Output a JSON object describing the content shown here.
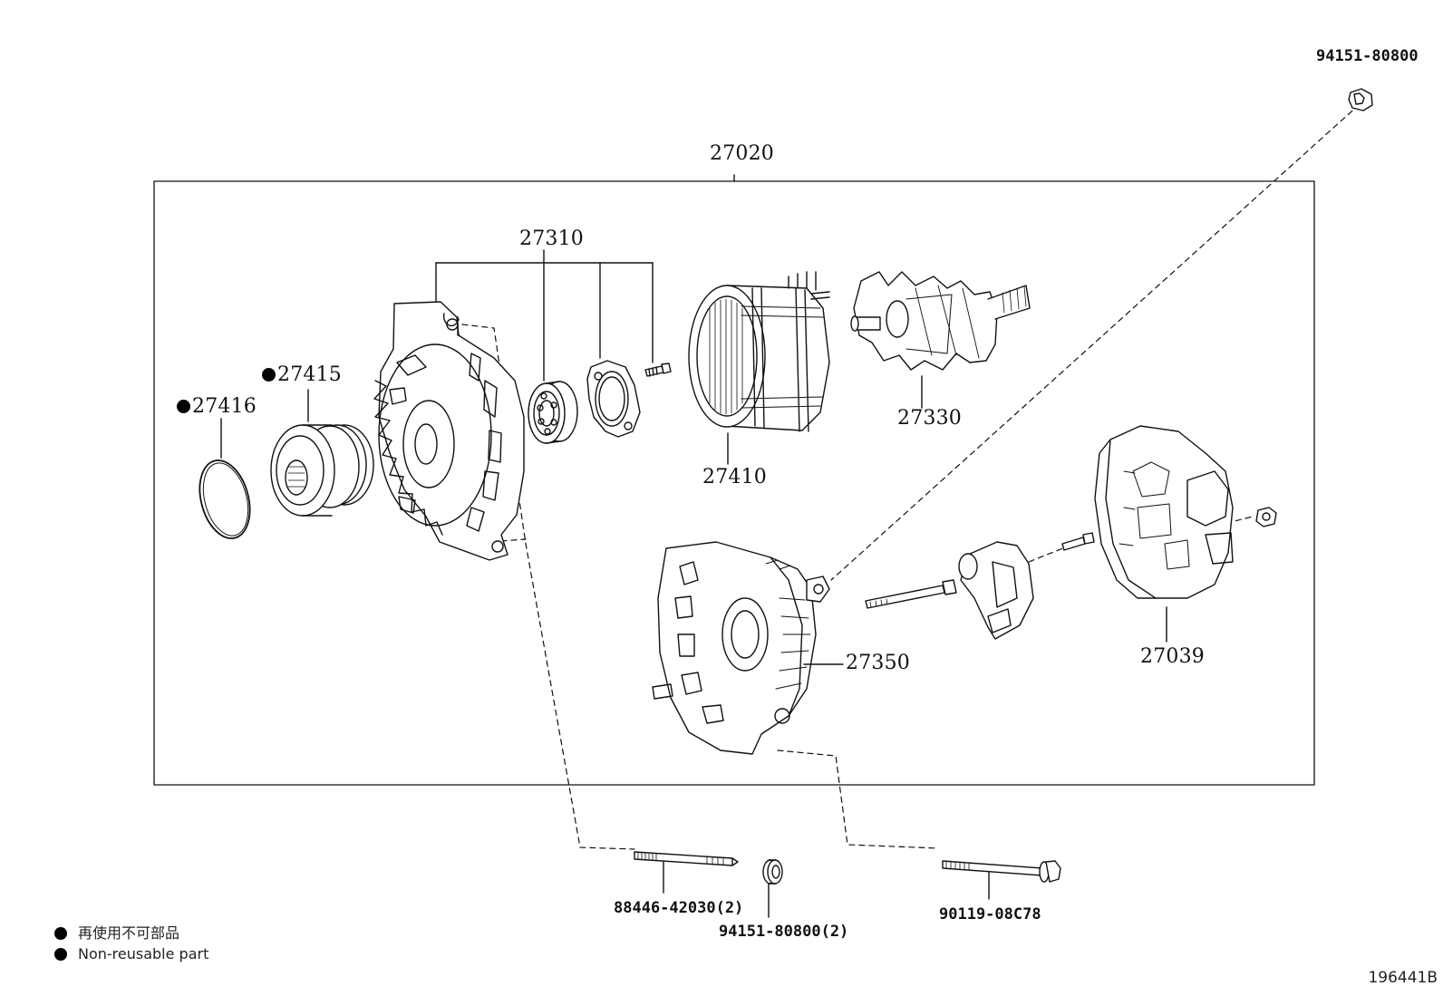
{
  "labels": {
    "assembly": "27020",
    "bearing_group": "27310",
    "rotor": "27330",
    "stator": "27410",
    "pulley": "27415",
    "ring": "27416",
    "rear_frame": "27350",
    "cover": "27039",
    "nut_top": "94151-80800",
    "stud": "88446-42030(2)",
    "nut_bottom": "94151-80800(2)",
    "bolt": "90119-08C78"
  },
  "legend": {
    "jp": "再使用不可部品",
    "en": "Non-reusable part"
  },
  "figure_code": "196441B"
}
